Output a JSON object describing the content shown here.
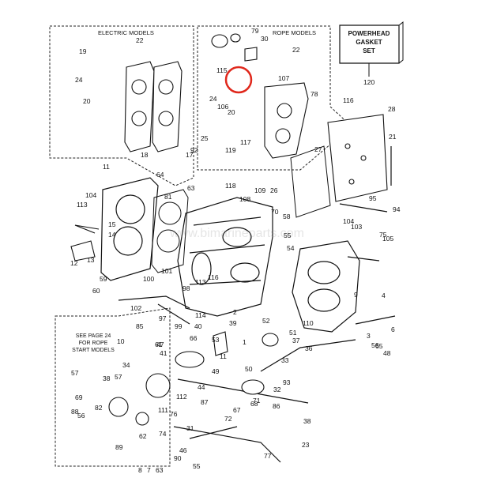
{
  "sections": {
    "electric_title": "ELECTRIC MODELS",
    "rope_title": "ROPE MODELS",
    "gasket_box": [
      "POWERHEAD",
      "GASKET",
      "SET"
    ],
    "gasket_number": "120",
    "see_page_note": [
      "SEE PAGE 24",
      "FOR ROPE",
      "START MODELS"
    ]
  },
  "watermark": "www.bimarineparts.com",
  "highlight": {
    "part": "115",
    "color": "#e0281c"
  },
  "part_labels": [
    "22",
    "19",
    "24",
    "20",
    "18",
    "17",
    "79",
    "30",
    "22",
    "115",
    "107",
    "24",
    "106",
    "78",
    "116",
    "20",
    "28",
    "25",
    "21",
    "27",
    "92",
    "119",
    "117",
    "11",
    "64",
    "63",
    "118",
    "109",
    "26",
    "104",
    "113",
    "15",
    "14",
    "13",
    "12",
    "108",
    "70",
    "58",
    "95",
    "94",
    "104",
    "103",
    "105",
    "59",
    "101",
    "100",
    "60",
    "98",
    "102",
    "113",
    "116",
    "55",
    "54",
    "57",
    "97",
    "99",
    "114",
    "2",
    "39",
    "40",
    "47",
    "3",
    "9",
    "4",
    "6",
    "85",
    "10",
    "61",
    "66",
    "41",
    "53",
    "49",
    "11",
    "52",
    "51",
    "37",
    "36",
    "48",
    "65",
    "110",
    "1",
    "50",
    "33",
    "32",
    "34",
    "71",
    "69",
    "38",
    "57",
    "93",
    "44",
    "112",
    "87",
    "88",
    "82",
    "56",
    "67",
    "72",
    "76",
    "68",
    "86",
    "38",
    "23",
    "111",
    "74",
    "62",
    "89",
    "31",
    "46",
    "90",
    "55",
    "77",
    "75",
    "56",
    "81",
    "8",
    "7",
    "63"
  ]
}
